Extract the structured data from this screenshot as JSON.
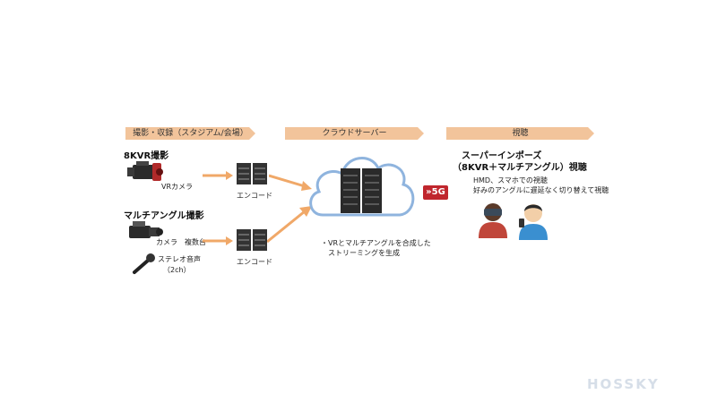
{
  "headers": {
    "capture": "撮影・収録（スタジアム/会場）",
    "cloud": "クラウドサーバー",
    "viewing": "視聴"
  },
  "capture": {
    "vr_title": "8KVR撮影",
    "vr_camera_label": "VRカメラ",
    "multi_title": "マルチアングル撮影",
    "multi_camera_label": "カメラ　複数台",
    "stereo_label_line1": "ステレオ音声",
    "stereo_label_line2": "（2ch）"
  },
  "encode": {
    "label_top": "エンコード",
    "label_bottom": "エンコード"
  },
  "cloud": {
    "caption_line1": "・VRとマルチアングルを合成した",
    "caption_line2": "ストリーミングを生成"
  },
  "network": {
    "badge": "»5G"
  },
  "viewing": {
    "title_line1": "スーパーインポーズ",
    "title_line2": "（8KVR＋マルチアングル）視聴",
    "desc_line1": "HMD、スマホでの視聴",
    "desc_line2": "好みのアングルに遅延なく切り替えて視聴"
  },
  "watermark": "HOSSKY",
  "colors": {
    "header": "#f2c49b",
    "arrow": "#f0a868",
    "badge": "#c0262d"
  }
}
